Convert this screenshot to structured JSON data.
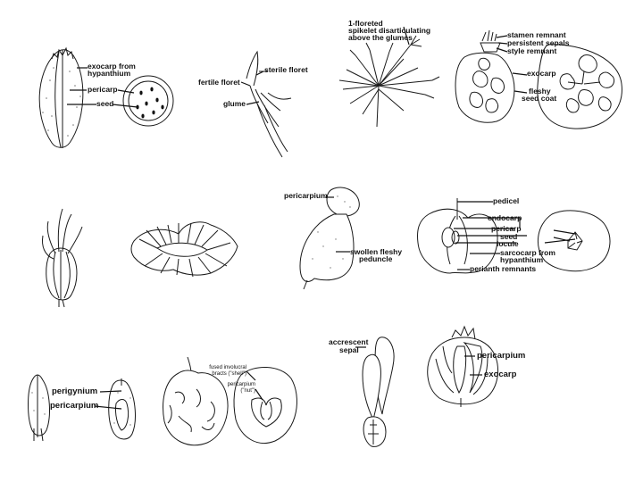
{
  "figures": {
    "rosaceous_fruit": {
      "exocarp_label_line1": "exocarp from",
      "exocarp_label_line2": "hypanthium",
      "pericarp_label": "pericarp",
      "seed_label": "seed"
    },
    "grass_spikelet": {
      "sterile_floret_label": "sterile floret",
      "fertile_floret_label": "fertile floret",
      "glume_label": "glume"
    },
    "grass_inflorescence": {
      "note_line1": "1-floreted",
      "note_line2": "spikelet disarticulating",
      "note_line3": "above the glumes"
    },
    "pomegranate": {
      "stamen_remnant_label": "stamen remnant",
      "persistent_sepals_label": "persistent sepals",
      "style_remnant_label": "style remnant",
      "exocarp_label": "exocarp",
      "fleshy_seed_coat_line1": "fleshy",
      "fleshy_seed_coat_line2": "seed coat"
    },
    "cashew": {
      "pericarpium_label": "pericarpium",
      "swollen_peduncle_line1": "swollen fleshy",
      "swollen_peduncle_line2": "peduncle"
    },
    "apple": {
      "pedicel_label": "pedicel",
      "endocarp_label": "endocarp",
      "pericarp_label": "pericarp",
      "seed_label": "seed",
      "locule_label": "locule",
      "sarcocarp_line1": "sarcocarp from",
      "sarcocarp_line2": "hypanthium",
      "perianth_label": "perianth remnants"
    },
    "carex": {
      "perigynium_label": "perigynium",
      "pericarpium_label": "pericarpium"
    },
    "hickory": {
      "bracts_line1": "fused involucral",
      "bracts_line2": "bracts (\"shell\")",
      "nut_line1": "pericarpium",
      "nut_line2": "(\"nut\")"
    },
    "dipterocarp": {
      "accrescent_line1": "accrescent",
      "accrescent_line2": "sepal"
    },
    "physalis_like": {
      "pericarpium_label": "pericarpium",
      "exocarp_label": "exocarp"
    }
  }
}
